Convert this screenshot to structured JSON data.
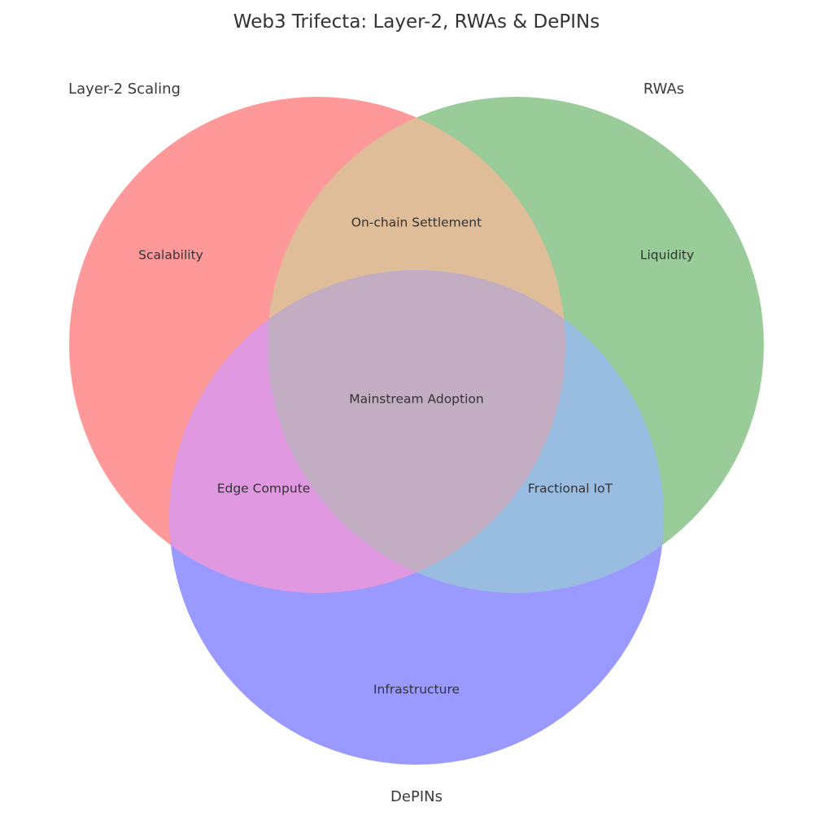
{
  "title": "Web3 Trifecta: Layer-2, RWAs & DePINs",
  "diagram": {
    "type": "venn3",
    "background_color": "#ffffff",
    "text_color": "#333333",
    "sets": [
      {
        "id": "layer2",
        "label": "Layer-2 Scaling",
        "color": "#FF9999"
      },
      {
        "id": "rwas",
        "label": "RWAs",
        "color": "#99CC99"
      },
      {
        "id": "depins",
        "label": "DePINs",
        "color": "#9999FF"
      }
    ],
    "region_labels": {
      "layer2_only": "Scalability",
      "rwas_only": "Liquidity",
      "depins_only": "Infrastructure",
      "layer2_rwas": "On-chain Settlement",
      "layer2_depins": "Edge Compute",
      "rwas_depins": "Fractional IoT",
      "all_three": "Mainstream Adoption"
    },
    "overlap_colors": {
      "layer2_rwas": "#E0BD99",
      "layer2_depins": "#E099E0",
      "rwas_depins": "#99BDE0",
      "all_three": "#C2ADC2"
    }
  }
}
